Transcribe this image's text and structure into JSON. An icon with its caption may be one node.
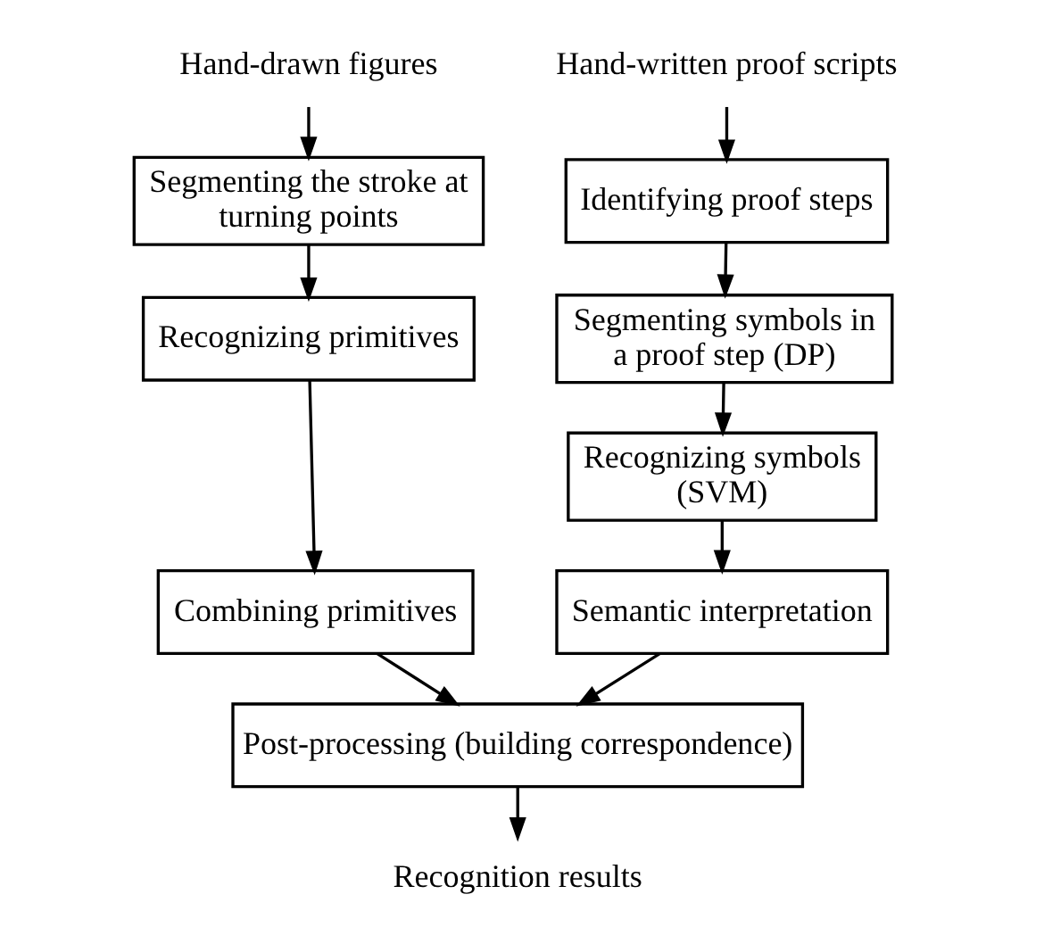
{
  "diagram": {
    "nodes": [
      {
        "text": [
          "Hand-drawn figures"
        ]
      },
      {
        "text": [
          "Segmenting the stroke at turning points"
        ]
      },
      {
        "text": [
          "Recognizing primitives"
        ]
      },
      {
        "text": [
          "Combining primitives"
        ]
      },
      {
        "text": [
          "Hand-written proof scripts"
        ]
      },
      {
        "text": [
          "Identifying proof steps"
        ]
      },
      {
        "text": [
          "Segmenting symbols in a proof step (DP)"
        ]
      },
      {
        "text": [
          "Recognizing symbols (SVM)"
        ]
      },
      {
        "text": [
          "Semantic interpretation"
        ]
      },
      {
        "text": [
          "Post-processing (building correspondence)"
        ]
      },
      {
        "text": [
          "Recognition results"
        ]
      }
    ],
    "edges": [
      {
        "from": 0,
        "to": 1,
        "arrow": "to"
      },
      {
        "from": 1,
        "to": 2,
        "arrow": "to"
      },
      {
        "from": 2,
        "to": 3,
        "arrow": "to"
      },
      {
        "from": 3,
        "to": 9,
        "arrow": "to"
      },
      {
        "from": 4,
        "to": 5,
        "arrow": "to"
      },
      {
        "from": 5,
        "to": 6,
        "arrow": "to"
      },
      {
        "from": 6,
        "to": 7,
        "arrow": "to"
      },
      {
        "from": 7,
        "to": 8,
        "arrow": "to"
      },
      {
        "from": 8,
        "to": 9,
        "arrow": "to"
      },
      {
        "from": 9,
        "to": 10,
        "arrow": "to"
      }
    ]
  }
}
